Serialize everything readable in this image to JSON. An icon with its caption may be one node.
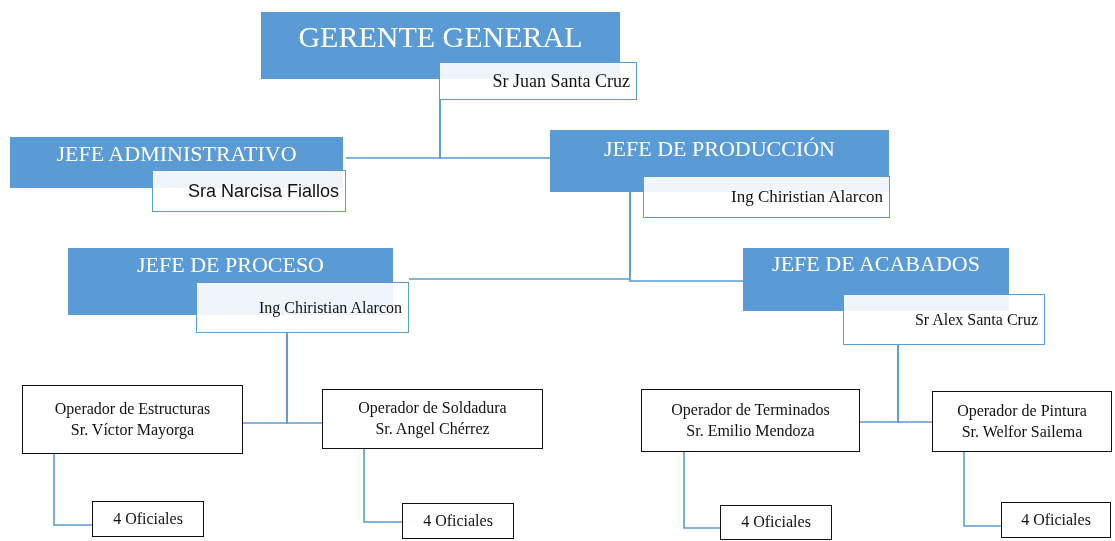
{
  "diagram": {
    "nodes": [
      {
        "text": [
          "GERENTE GENERAL",
          "Sr Juan Santa Cruz"
        ]
      },
      {
        "text": [
          "JEFE ADMINISTRATIVO",
          "Sra Narcisa Fiallos"
        ]
      },
      {
        "text": [
          "JEFE DE PRODUCCIÓN",
          "Ing Chiristian Alarcon"
        ]
      },
      {
        "text": [
          "JEFE DE PROCESO",
          "Ing Chiristian Alarcon"
        ]
      },
      {
        "text": [
          "JEFE DE ACABADOS",
          "Sr Alex Santa Cruz"
        ]
      },
      {
        "text": [
          "Operador de Estructuras",
          "Sr. Víctor Mayorga"
        ]
      },
      {
        "text": [
          "Operador de Soldadura",
          "Sr. Angel Chérrez"
        ]
      },
      {
        "text": [
          "Operador de Terminados",
          "Sr. Emilio Mendoza"
        ]
      },
      {
        "text": [
          "Operador de Pintura",
          "Sr. Welfor Sailema"
        ]
      },
      {
        "text": [
          "4 Oficiales"
        ]
      },
      {
        "text": [
          "4 Oficiales"
        ]
      },
      {
        "text": [
          "4 Oficiales"
        ]
      },
      {
        "text": [
          "4 Oficiales"
        ]
      }
    ],
    "edges": [
      {
        "from": 0,
        "to": 1,
        "arrow": "none"
      },
      {
        "from": 0,
        "to": 2,
        "arrow": "none"
      },
      {
        "from": 2,
        "to": 3,
        "arrow": "none"
      },
      {
        "from": 2,
        "to": 4,
        "arrow": "none"
      },
      {
        "from": 3,
        "to": 5,
        "arrow": "none"
      },
      {
        "from": 3,
        "to": 6,
        "arrow": "none"
      },
      {
        "from": 4,
        "to": 7,
        "arrow": "none"
      },
      {
        "from": 4,
        "to": 8,
        "arrow": "none"
      },
      {
        "from": 5,
        "to": 9,
        "arrow": "none"
      },
      {
        "from": 6,
        "to": 10,
        "arrow": "none"
      },
      {
        "from": 7,
        "to": 11,
        "arrow": "none"
      },
      {
        "from": 8,
        "to": 12,
        "arrow": "none"
      }
    ]
  }
}
